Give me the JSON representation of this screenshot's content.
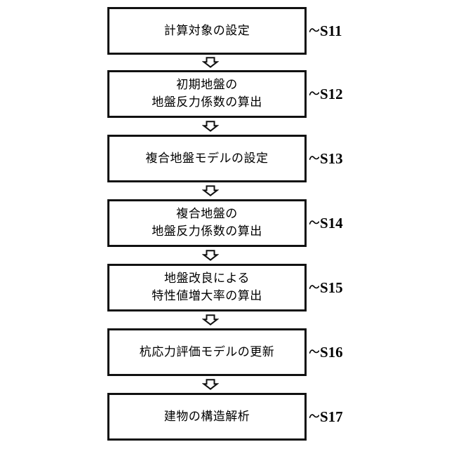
{
  "diagram": {
    "type": "flowchart",
    "title": "",
    "orientation": "vertical",
    "background_color": "#ffffff",
    "line_color": "#111111",
    "steps": [
      {
        "id": "S11",
        "text": "計算対象の設定",
        "label": "S11",
        "label_prefix": "~"
      },
      {
        "id": "S12",
        "text": "初期地盤の\n地盤反力係数の算出",
        "label": "S12",
        "label_prefix": "~"
      },
      {
        "id": "S13",
        "text": "複合地盤モデルの設定",
        "label": "S13",
        "label_prefix": "~"
      },
      {
        "id": "S14",
        "text": "複合地盤の\n地盤反力係数の算出",
        "label": "S14",
        "label_prefix": "~"
      },
      {
        "id": "S15",
        "text": "地盤改良による\n特性値増大率の算出",
        "label": "S15",
        "label_prefix": "~"
      },
      {
        "id": "S16",
        "text": "杭応力評価モデルの更新",
        "label": "S16",
        "label_prefix": "~"
      },
      {
        "id": "S17",
        "text": "建物の構造解析",
        "label": "S17",
        "label_prefix": "~"
      }
    ],
    "connectors": [
      {
        "icon": "arrow-down-icon",
        "from": "S11",
        "to": "S12"
      },
      {
        "icon": "arrow-down-icon",
        "from": "S12",
        "to": "S13"
      },
      {
        "icon": "arrow-down-icon",
        "from": "S13",
        "to": "S14"
      },
      {
        "icon": "arrow-down-icon",
        "from": "S14",
        "to": "S15"
      },
      {
        "icon": "arrow-down-icon",
        "from": "S15",
        "to": "S16"
      },
      {
        "icon": "arrow-down-icon",
        "from": "S16",
        "to": "S17"
      }
    ]
  }
}
